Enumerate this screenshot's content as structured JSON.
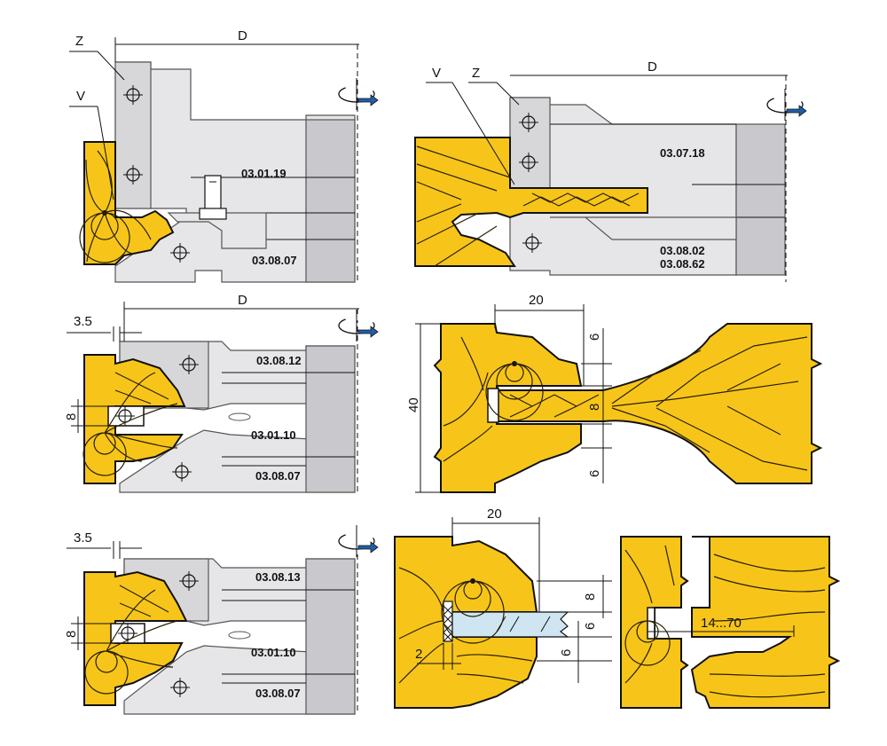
{
  "dims": {
    "d": "D",
    "z": "Z",
    "v": "V",
    "d35": "3.5",
    "d8": "8",
    "d20": "20",
    "d6": "6",
    "d40": "40",
    "d2": "2",
    "d1470": "14...70"
  },
  "codes": {
    "c030119": "03.01.19",
    "c030807": "03.08.07",
    "c030718": "03.07.18",
    "c030802": "03.08.02",
    "c030862": "03.08.62",
    "c030812": "03.08.12",
    "c030110": "03.01.10",
    "c030813": "03.08.13"
  },
  "colors": {
    "wood": "#f7c51a",
    "steel": "#e6e6e8",
    "glass": "#cfe6f2",
    "arrow": "#1f5fa8"
  },
  "icons": [
    "rotation-arrow-icon",
    "bolt-hole-icon"
  ]
}
